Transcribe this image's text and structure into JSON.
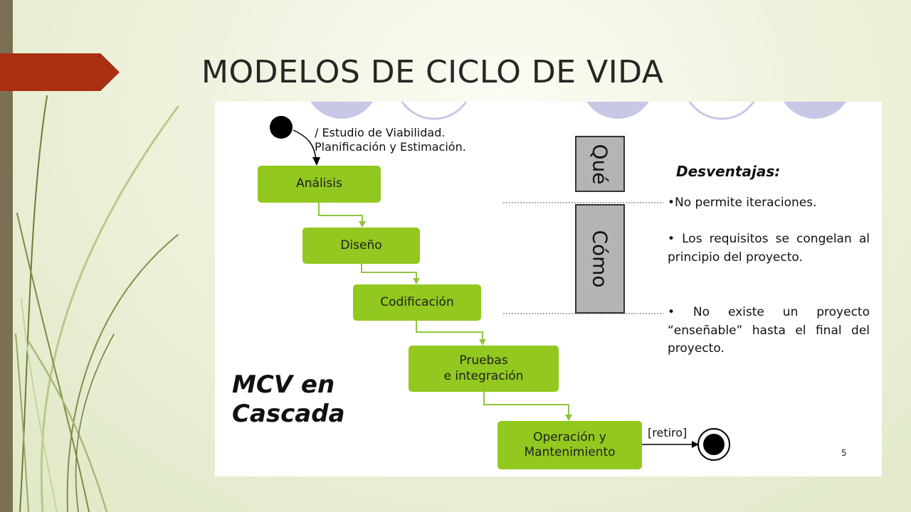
{
  "slide": {
    "title": "MODELOS DE CICLO DE VIDA"
  },
  "diagram": {
    "start_note": "/ Estudio de Viabilidad.\nPlanificación y Estimación.",
    "stages": [
      "Análisis",
      "Diseño",
      "Codificación",
      "Pruebas\ne integración",
      "Operación y\nMantenimiento"
    ],
    "what_label": "Qué",
    "how_label": "Cómo",
    "disadvantages": {
      "heading": "Desventajas:",
      "items": [
        "•No permite iteraciones.",
        "• Los requisitos se congelan al principio del proyecto.",
        "• No existe un proyecto “enseñable” hasta el final del proyecto."
      ]
    },
    "model_label": "MCV en\nCascada",
    "end_label": "[retiro]",
    "page_number": "5"
  },
  "colors": {
    "stage_fill": "#92c81f",
    "connector": "#8ec63f",
    "title_arrow": "#a92f12",
    "left_bar": "#7a7054"
  }
}
